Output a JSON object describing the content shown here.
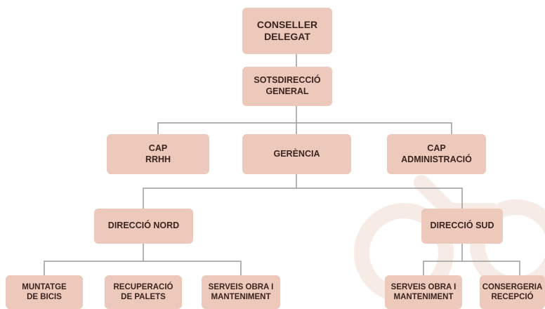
{
  "colors": {
    "box": "#ecc9bb",
    "line": "#9a9a9a",
    "text": "#3a2420",
    "watermark": "#f7ebe6"
  },
  "watermark": {
    "icon": "bicycle-logo-icon"
  },
  "nodes": {
    "conseller": {
      "l1": "CONSELLER",
      "l2": "DELEGAT"
    },
    "sotsdireccio": {
      "l1": "SOTSDIRECCIÓ",
      "l2": "GENERAL"
    },
    "cap_rrhh": {
      "l1": "CAP",
      "l2": "RRHH"
    },
    "gerencia": {
      "l1": "GERÈNCIA"
    },
    "cap_admin": {
      "l1": "CAP",
      "l2": "ADMINISTRACIÓ"
    },
    "direccio_nord": {
      "l1": "DIRECCIÓ NORD"
    },
    "direccio_sud": {
      "l1": "DIRECCIÓ SUD"
    },
    "muntatge": {
      "l1": "MUNTATGE",
      "l2": "DE BICIS"
    },
    "recuperacio": {
      "l1": "RECUPERACIÓ",
      "l2": "DE PALETS"
    },
    "serveis_nord": {
      "l1": "SERVEIS OBRA I",
      "l2": "MANTENIMENT"
    },
    "serveis_sud": {
      "l1": "SERVEIS OBRA I",
      "l2": "MANTENIMENT"
    },
    "consergeria": {
      "l1": "CONSERGERIA",
      "l2": "RECEPCIÓ"
    }
  }
}
